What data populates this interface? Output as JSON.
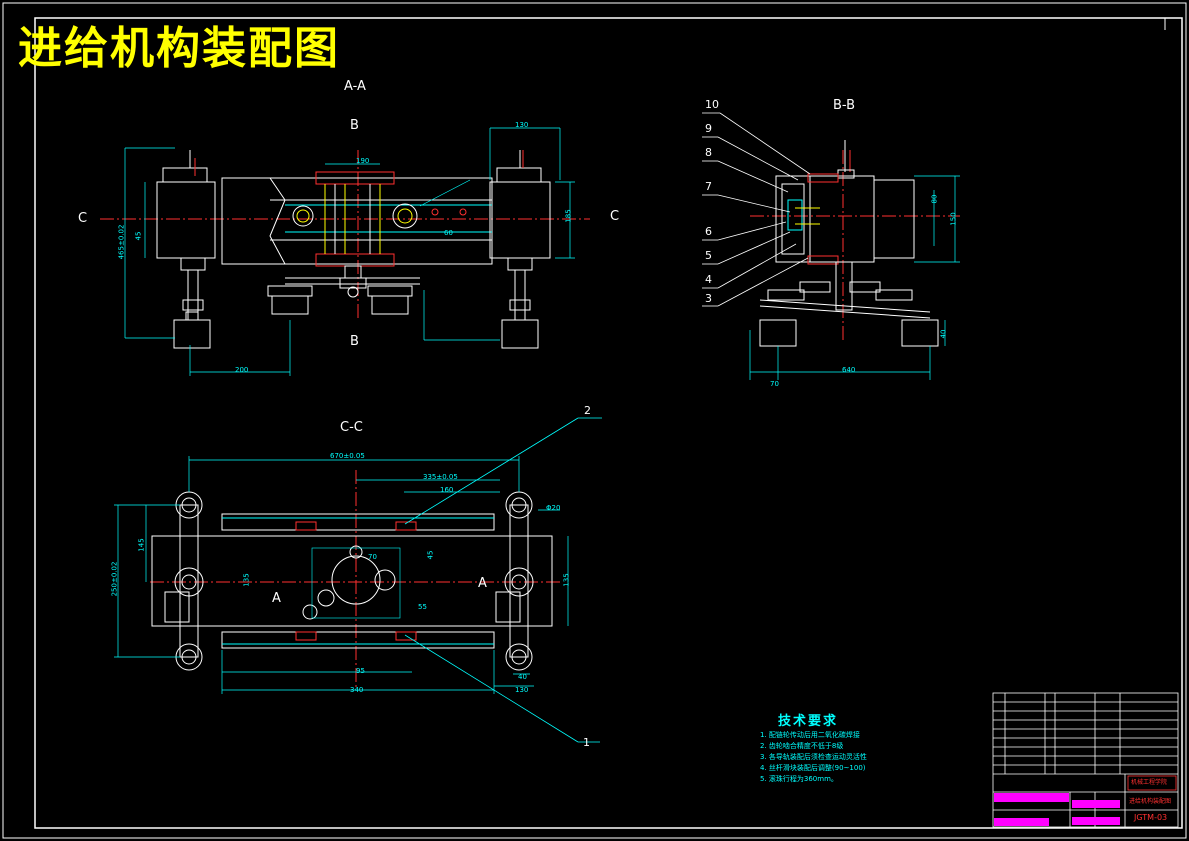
{
  "drawing": {
    "title": "进给机构装配图",
    "views": {
      "aa": "A-A",
      "bb": "B-B",
      "cc": "C-C"
    },
    "section_marks": {
      "b_top": "B",
      "b_bottom": "B",
      "c_left": "C",
      "c_right": "C",
      "a_left": "A",
      "a_right": "A"
    },
    "part_callouts": [
      "10",
      "9",
      "8",
      "7",
      "6",
      "5",
      "4",
      "3",
      "2",
      "1"
    ],
    "dimensions": {
      "aa_top_right": "130",
      "aa_center_top": "190",
      "aa_height": "185",
      "aa_left_vert": "465±0.02",
      "aa_left_small": "45",
      "aa_width_bottom": "200",
      "aa_center_60": "60",
      "bb_width": "640",
      "bb_offset": "70",
      "bb_height_a": "80",
      "bb_height_b": "150",
      "bb_foot": "40",
      "cc_overall": "670±0.05",
      "cc_inner": "335±0.05",
      "cc_160": "160",
      "cc_dia": "Φ20",
      "cc_left_250": "250±0.02",
      "cc_left_145": "145",
      "cc_mid_135": "135",
      "cc_70": "70",
      "cc_45": "45",
      "cc_55": "55",
      "cc_95": "95",
      "cc_340": "340",
      "cc_130": "130",
      "cc_40": "40",
      "cc_right_135": "135"
    },
    "tech_requirements": {
      "title": "技术要求",
      "lines": [
        "1. 配链轮传动后用二氧化碳焊接",
        "2. 齿轮啮合精度不低于8级",
        "3. 各导轨装配后须检查运动灵活性",
        "4. 丝杆滑块装配后调整(90~100)",
        "5. 滚珠行程为360mm。"
      ]
    },
    "title_block": {
      "drawing_no": "JGTM-03",
      "company_label": "机械工程学院",
      "name_label": "进给机构装配图"
    }
  }
}
